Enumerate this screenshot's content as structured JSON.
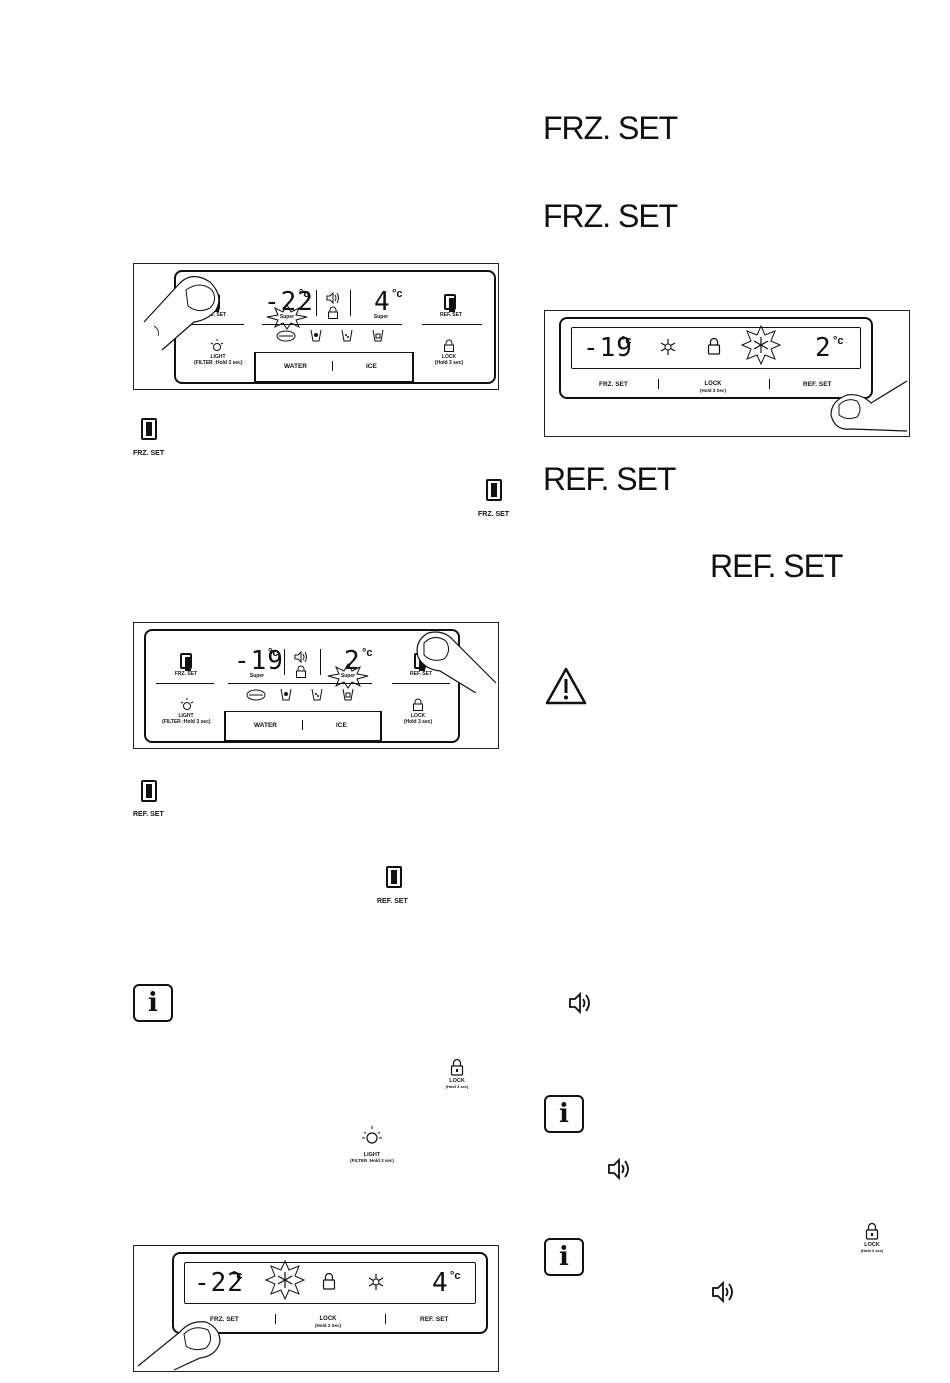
{
  "headings": {
    "frz_set_1": "FRZ. SET",
    "frz_set_2": "FRZ. SET",
    "ref_set_1": "REF. SET",
    "ref_set_2": "REF. SET"
  },
  "icon_labels": {
    "frz_set_a": "FRZ. SET",
    "frz_set_b": "FRZ. SET",
    "ref_set_a": "REF. SET",
    "ref_set_b": "REF. SET",
    "lock_a": "LOCK",
    "lock_a_sub": "(Hold 3 sec)",
    "light": "LIGHT",
    "light_sub": "(FILTER :Hold 3 sec)",
    "lock_b": "LOCK",
    "lock_b_sub": "(Hold 3 sec)"
  },
  "panel1": {
    "frz_temp": "-22",
    "ref_temp": "4",
    "unit": "°c",
    "super_left": "Super",
    "super_right": "Super",
    "frz_set": "FRZ. SET",
    "ref_set": "REF. SET",
    "light": "LIGHT",
    "light_sub": "(FILTER :Hold 3 sec)",
    "lock": "LOCK",
    "lock_sub": "(Hold 3 sec)",
    "water": "WATER",
    "ice": "ICE"
  },
  "panel2": {
    "frz_temp": "-19",
    "ref_temp": "2",
    "unit": "°c",
    "super_left": "Super",
    "super_right": "Super",
    "frz_set": "FRZ. SET",
    "ref_set": "REF. SET",
    "light": "LIGHT",
    "light_sub": "(FILTER :Hold 3 sec)",
    "lock": "LOCK",
    "lock_sub": "(Hold 3 sec)",
    "water": "WATER",
    "ice": "ICE"
  },
  "panel3": {
    "frz_temp": "-19",
    "ref_temp": "2",
    "unit": "°c",
    "frz_set": "FRZ. SET",
    "lock": "LOCK",
    "lock_sub": "(Hold 3 Sec)",
    "ref_set": "REF. SET"
  },
  "panel4": {
    "frz_temp": "-22",
    "ref_temp": "4",
    "unit": "°c",
    "frz_set": "FRZ. SET",
    "lock": "LOCK",
    "lock_sub": "(Hold 3 Sec)",
    "ref_set": "REF. SET"
  }
}
